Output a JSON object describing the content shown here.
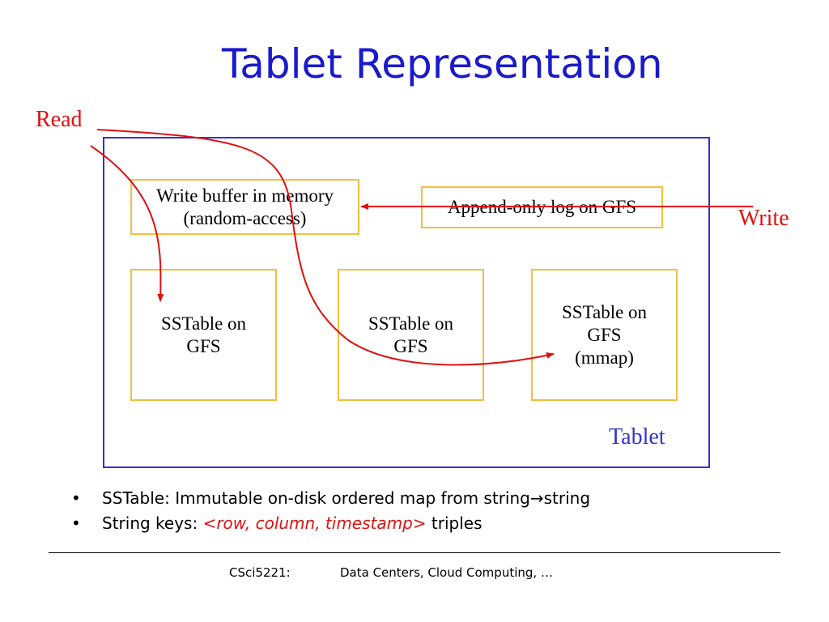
{
  "title": "Tablet Representation",
  "labels": {
    "read": "Read",
    "write": "Write",
    "tablet": "Tablet"
  },
  "boxes": {
    "write_buffer": {
      "line1": "Write buffer in memory",
      "line2": "(random-access)"
    },
    "append_log": {
      "line1": "Append-only log on GFS"
    },
    "sstable1": {
      "line1": "SSTable on",
      "line2": "GFS"
    },
    "sstable2": {
      "line1": "SSTable on",
      "line2": "GFS"
    },
    "sstable3": {
      "line1": "SSTable on",
      "line2": "GFS",
      "line3": "(mmap)"
    }
  },
  "bullets": {
    "b1_prefix": "SSTable: Immutable on-disk ordered map from string",
    "b1_arrow": "→",
    "b1_suffix": "string",
    "b2_prefix": "String keys: ",
    "b2_em": "<row, column, timestamp>",
    "b2_suffix": " triples",
    "dot": "•"
  },
  "footer": {
    "course": "CSci5221:",
    "subject": "Data Centers, Cloud Computing, …"
  },
  "colors": {
    "title": "#1a1acc",
    "tablet_frame": "#3333cc",
    "box_border": "#f2c040",
    "arrow": "#e01010"
  }
}
